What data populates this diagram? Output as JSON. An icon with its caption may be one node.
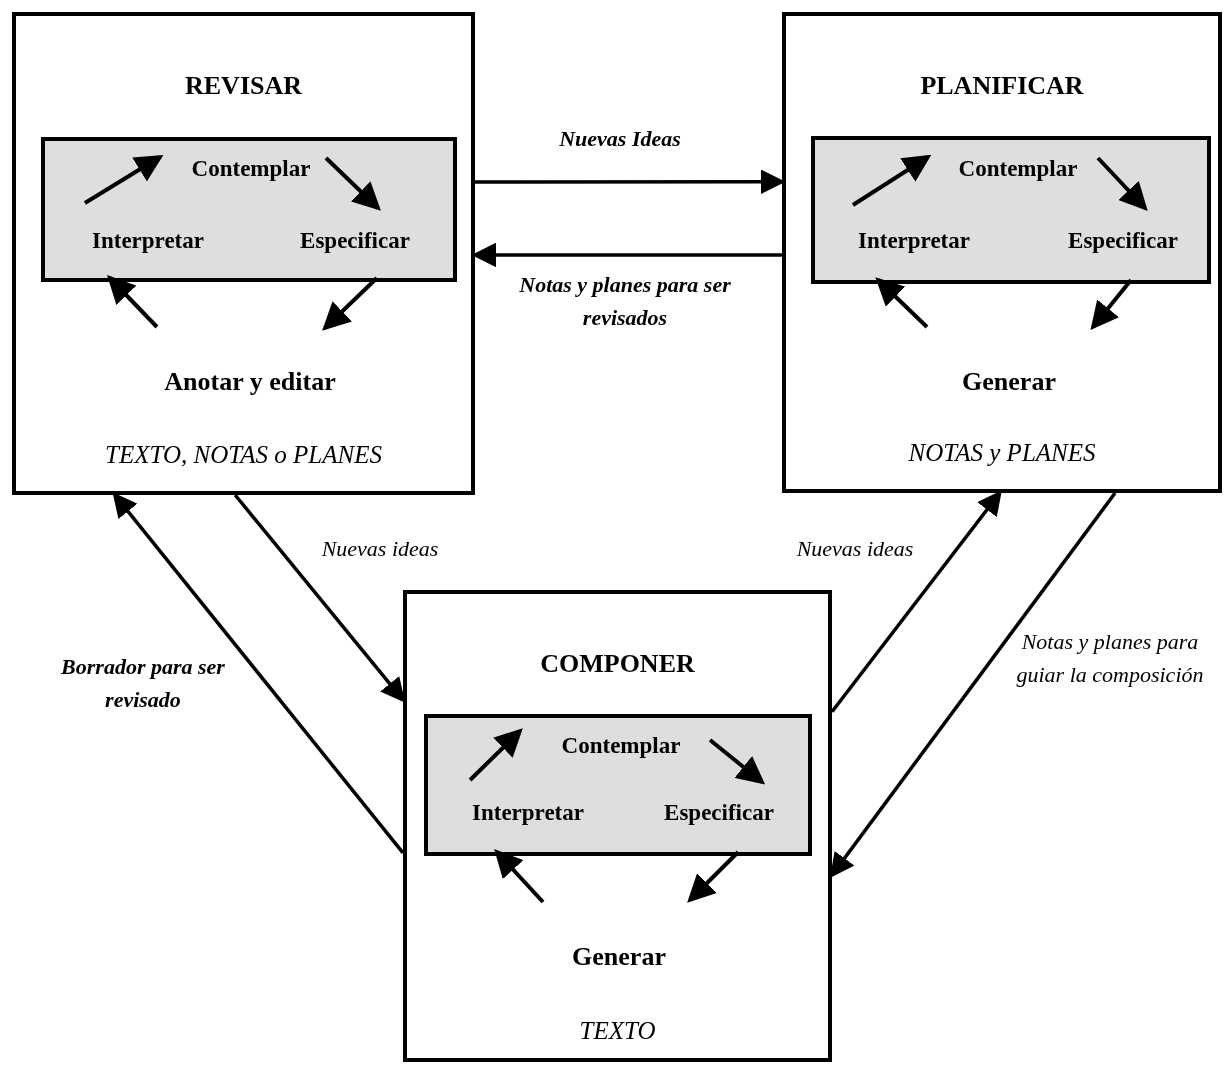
{
  "diagram": {
    "nodes": [
      {
        "text": [
          "REVISAR",
          "TEXTO, NOTAS o PLANES"
        ]
      },
      {
        "text": [],
        "shape": "box",
        "in": 0
      },
      {
        "text": [
          "Contemplar"
        ],
        "in": 1
      },
      {
        "text": [
          "Interpretar"
        ],
        "in": 1
      },
      {
        "text": [
          "Especificar"
        ],
        "in": 1
      },
      {
        "text": [
          "Anotar y editar"
        ],
        "in": 0
      },
      {
        "text": [
          "PLANIFICAR",
          "NOTAS y PLANES"
        ]
      },
      {
        "text": [],
        "shape": "box",
        "in": 6
      },
      {
        "text": [
          "Contemplar"
        ],
        "in": 7
      },
      {
        "text": [
          "Interpretar"
        ],
        "in": 7
      },
      {
        "text": [
          "Especificar"
        ],
        "in": 7
      },
      {
        "text": [
          "Generar"
        ],
        "in": 6
      },
      {
        "text": [
          "COMPONER",
          "TEXTO"
        ]
      },
      {
        "text": [],
        "shape": "box",
        "in": 12
      },
      {
        "text": [
          "Contemplar"
        ],
        "in": 13
      },
      {
        "text": [
          "Interpretar"
        ],
        "in": 13
      },
      {
        "text": [
          "Especificar"
        ],
        "in": 13
      },
      {
        "text": [
          "Generar"
        ],
        "in": 12
      }
    ],
    "edges": [
      {
        "from": 0,
        "to": 6,
        "arrow": "to",
        "label": "Nuevas Ideas"
      },
      {
        "from": 6,
        "to": 0,
        "arrow": "to",
        "label": "Notas y planes para ser revisados"
      },
      {
        "from": 0,
        "to": 12,
        "arrow": "to",
        "label": "Nuevas ideas"
      },
      {
        "from": 12,
        "to": 0,
        "arrow": "to",
        "label": "Borrador para ser revisado"
      },
      {
        "from": 12,
        "to": 6,
        "arrow": "to",
        "label": "Nuevas ideas"
      },
      {
        "from": 6,
        "to": 12,
        "arrow": "to",
        "label": "Notas y planes para guiar la composición"
      },
      {
        "from": 3,
        "to": 2,
        "arrow": "to"
      },
      {
        "from": 2,
        "to": 4,
        "arrow": "to"
      },
      {
        "from": 1,
        "to": 5,
        "arrow": "to"
      },
      {
        "from": 5,
        "to": 1,
        "arrow": "to"
      },
      {
        "from": 9,
        "to": 8,
        "arrow": "to"
      },
      {
        "from": 8,
        "to": 10,
        "arrow": "to"
      },
      {
        "from": 7,
        "to": 11,
        "arrow": "to"
      },
      {
        "from": 11,
        "to": 7,
        "arrow": "to"
      },
      {
        "from": 15,
        "to": 14,
        "arrow": "to"
      },
      {
        "from": 14,
        "to": 16,
        "arrow": "to"
      },
      {
        "from": 13,
        "to": 17,
        "arrow": "to"
      },
      {
        "from": 17,
        "to": 13,
        "arrow": "to"
      }
    ]
  }
}
